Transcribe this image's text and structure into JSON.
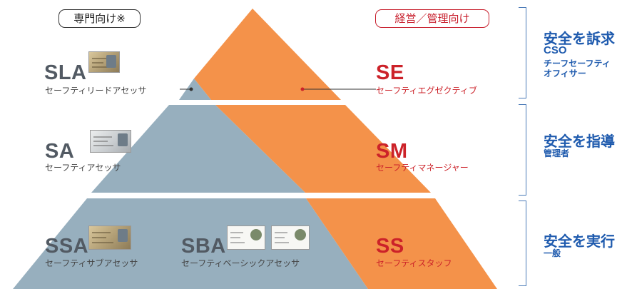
{
  "tags": {
    "left": "専門向け※",
    "right": "経営／管理向け"
  },
  "left_levels": [
    {
      "code": "SLA",
      "sub": "セーフティリードアセッサ"
    },
    {
      "code": "SA",
      "sub": "セーフティアセッサ"
    },
    {
      "code": "SSA",
      "sub": "セーフティサブアセッサ"
    },
    {
      "code": "SBA",
      "sub": "セーフティベーシックアセッサ"
    }
  ],
  "right_levels": [
    {
      "code": "SE",
      "sub": "セーフティエグゼクティブ"
    },
    {
      "code": "SM",
      "sub": "セーフティマネージャー"
    },
    {
      "code": "SS",
      "sub": "セーフティスタッフ"
    }
  ],
  "side": [
    {
      "heading": "安全を訴求",
      "lines": [
        "CSO",
        "チーフセーフティ",
        "オフィサー"
      ]
    },
    {
      "heading": "安全を指導",
      "lines": [
        "管理者"
      ]
    },
    {
      "heading": "安全を実行",
      "lines": [
        "一般"
      ]
    }
  ],
  "colors": {
    "orange": "#f4924a",
    "steel_blue": "#97afbe",
    "red": "#cc2229",
    "blue": "#1f5bae"
  }
}
